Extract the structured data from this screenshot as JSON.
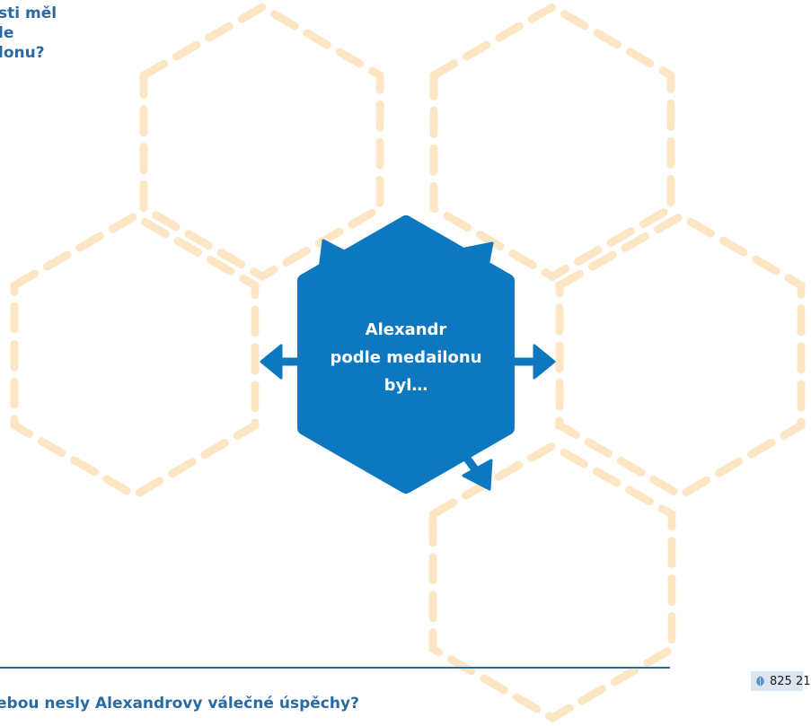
{
  "top_question": [
    "sti měl",
    "le",
    "lonu?"
  ],
  "center_label": [
    "Alexandr",
    "podle medailonu",
    "byl…"
  ],
  "bottom_question": "ebou nesly Alexandrovy válečné úspěchy?",
  "page_code": "825 21",
  "colors": {
    "hex_outline": "#fde6c4",
    "hub_fill": "#0d78c0",
    "arrow": "#0d78c0",
    "heading_text": "#2a6aa3",
    "page_code_bg": "#dce6f1"
  },
  "icons": {
    "page_code_icon": "leaf-icon"
  }
}
